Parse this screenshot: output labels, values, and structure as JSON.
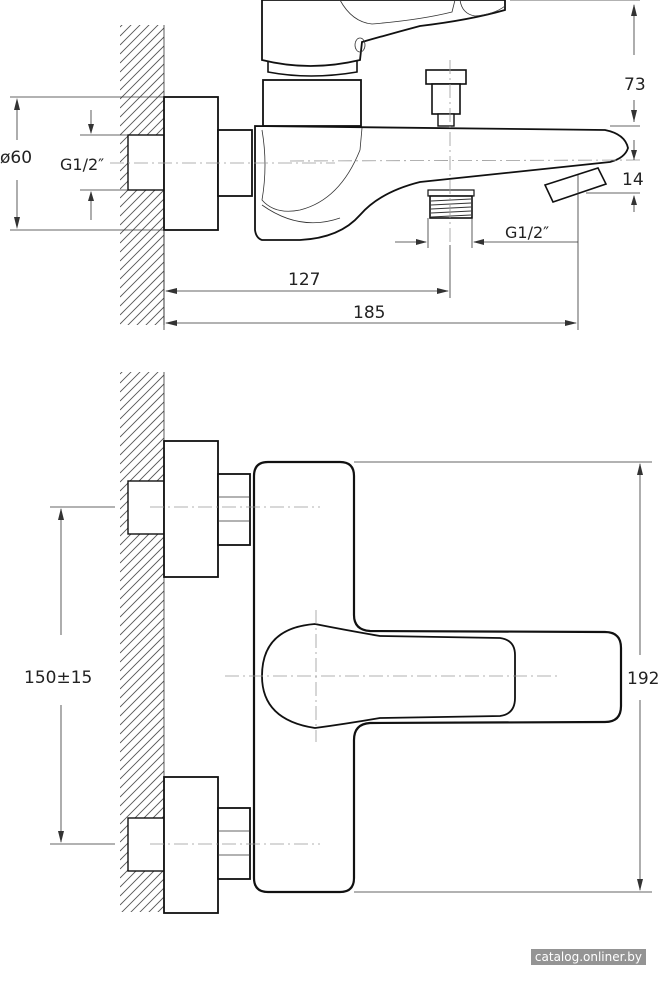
{
  "side_view": {
    "dim_height": "73",
    "dim_diameter": "ø60",
    "dim_thread_wall": "G1/2″",
    "dim_spout_offset": "14",
    "dim_thread_outlet": "G1/2″",
    "dim_outlet_distance": "127",
    "dim_total_length": "185"
  },
  "front_view": {
    "dim_centers": "150±15",
    "dim_height": "192"
  },
  "watermark": "catalog.onliner.by"
}
